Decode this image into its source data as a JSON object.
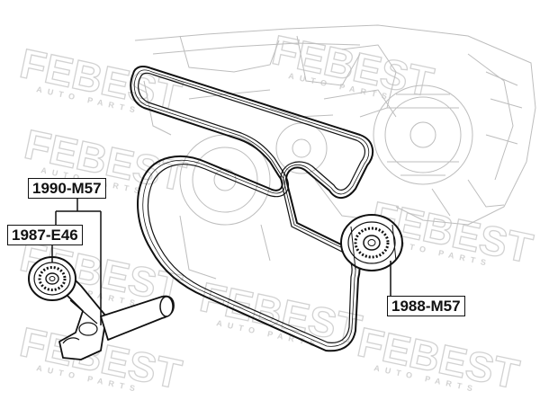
{
  "part_labels": {
    "belt_tensioner_assembly": "1990-M57",
    "tensioner_pulley": "1987-E46",
    "idler_pulley": "1988-M57"
  },
  "watermark": {
    "brand": "FEBEST",
    "tagline": "AUTO PARTS"
  },
  "colors": {
    "line": "#111111",
    "engine_faint": "#bdbdbd",
    "watermark": "#d9d9d9"
  },
  "icons": [
    "febest-logo-icon",
    "engine-block-icon",
    "serpentine-belt-icon",
    "tensioner-pulley-icon",
    "idler-pulley-icon"
  ]
}
